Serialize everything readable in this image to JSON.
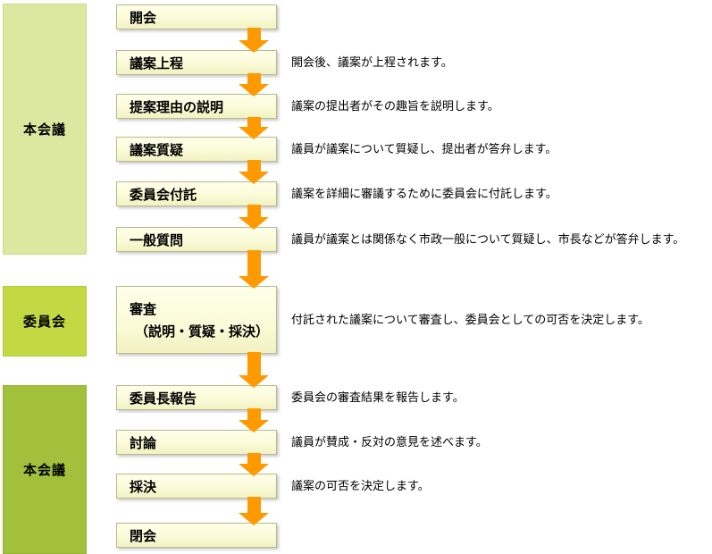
{
  "diagram": {
    "stages": [
      {
        "label": "本会議"
      },
      {
        "label": "委員会"
      },
      {
        "label": "本会議"
      }
    ],
    "steps": [
      {
        "label": "開会"
      },
      {
        "label": "議案上程",
        "desc": "開会後、議案が上程されます。"
      },
      {
        "label": "提案理由の説明",
        "desc": "議案の提出者がその趣旨を説明します。"
      },
      {
        "label": "議案質疑",
        "desc": "議員が議案について質疑し、提出者が答弁します。"
      },
      {
        "label": "委員会付託",
        "desc": "議案を詳細に審議するために委員会に付託します。"
      },
      {
        "label": "一般質問",
        "desc": "議員が議案とは関係なく市政一般について質疑し、市長などが答弁します。"
      },
      {
        "label": "審査",
        "label2": "（説明・質疑・採決）",
        "desc": "付託された議案について審査し、委員会としての可否を決定します。"
      },
      {
        "label": "委員長報告",
        "desc": "委員会の審査結果を報告します。"
      },
      {
        "label": "討論",
        "desc": "議員が賛成・反対の意見を述べます。"
      },
      {
        "label": "採決",
        "desc": "議案の可否を決定します。"
      },
      {
        "label": "閉会"
      }
    ],
    "colors": {
      "stage1_bg": "#dce8a0",
      "stage2_bg": "#c2d944",
      "stage3_bg": "#a3c03c",
      "step_bg": "#fbfbd9",
      "arrow": "#ff9900"
    }
  }
}
